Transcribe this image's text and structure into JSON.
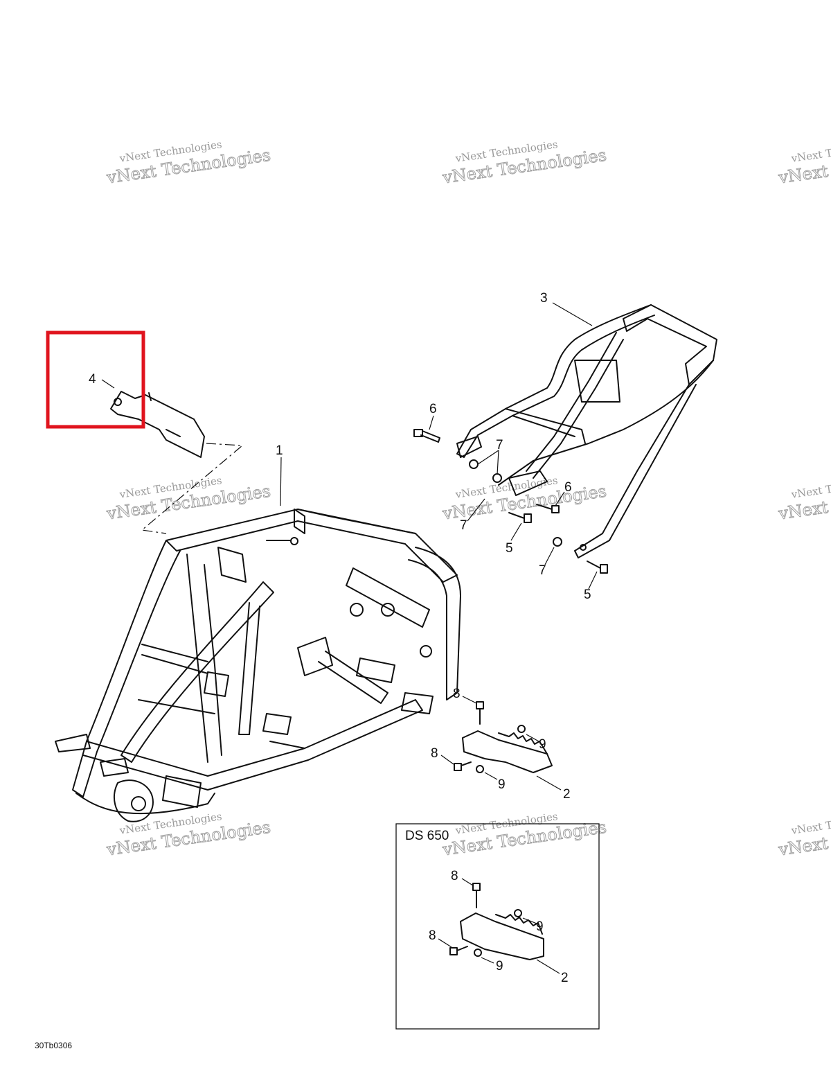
{
  "callouts": {
    "c1": "1",
    "c2a": "2",
    "c2b": "2",
    "c3": "3",
    "c4": "4",
    "c5a": "5",
    "c5b": "5",
    "c6a": "6",
    "c6b": "6",
    "c7a": "7",
    "c7b": "7",
    "c7c": "7",
    "c8a": "8",
    "c8b": "8",
    "c8c": "8",
    "c8d": "8",
    "c9a": "9",
    "c9b": "9",
    "c9c": "9",
    "c9d": "9"
  },
  "inset": {
    "label": "DS 650"
  },
  "drawing_code": "30Tb0306",
  "watermark": {
    "line1": "vNext Technologies",
    "line2": "vNext Technologies"
  },
  "highlight": {
    "color": "#e0141e",
    "target": "4"
  }
}
